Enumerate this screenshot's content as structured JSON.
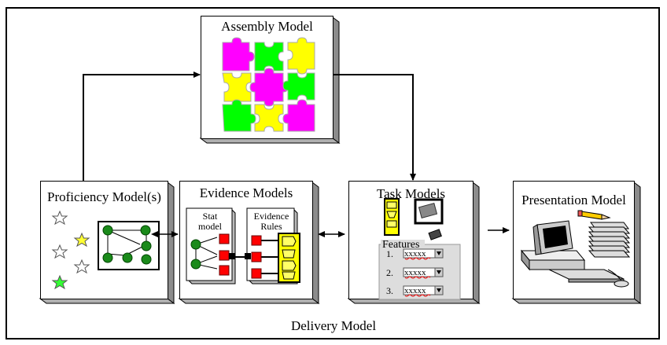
{
  "diagram": {
    "outer_label": "Delivery Model",
    "assembly": {
      "title": "Assembly Model"
    },
    "proficiency": {
      "title": "Proficiency Model(s)"
    },
    "evidence": {
      "title": "Evidence Models",
      "stat_label_1": "Stat",
      "stat_label_2": "model",
      "rules_label_1": "Evidence",
      "rules_label_2": "Rules"
    },
    "task": {
      "title": "Task Models",
      "features_label": "Features",
      "feature_rows": [
        {
          "num": "1.",
          "value": "xxxxx"
        },
        {
          "num": "2.",
          "value": "xxxxx"
        },
        {
          "num": "3.",
          "value": "xxxxx"
        }
      ]
    },
    "presentation": {
      "title": "Presentation Model"
    },
    "colors": {
      "magenta": "#ff00ff",
      "green": "#00ff00",
      "yellow": "#ffff00",
      "node_green": "#1a8a1a",
      "red": "#ff0000",
      "shadow": "#9a9a9a"
    }
  }
}
